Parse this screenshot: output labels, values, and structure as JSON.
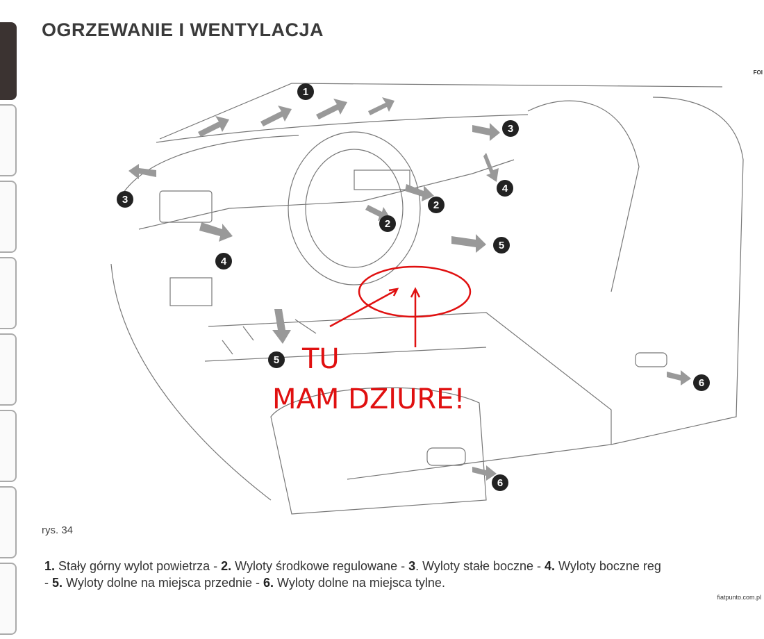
{
  "title": "OGRZEWANIE I WENTYLACJA",
  "corner_text": "FOI",
  "figure_label": "rys. 34",
  "callouts": [
    "1",
    "3",
    "3",
    "4",
    "2",
    "2",
    "4",
    "5",
    "5",
    "6",
    "6"
  ],
  "annotation": {
    "line1": "TU",
    "line2": "MAM DZIURE!"
  },
  "caption": {
    "items": [
      {
        "num": "1.",
        "text": " Stały górny wylot powietrza - "
      },
      {
        "num": "2.",
        "text": " Wyloty środkowe regulowane - "
      },
      {
        "num": "3",
        "text": ". Wyloty stałe boczne - "
      },
      {
        "num": "4.",
        "text": " Wyloty boczne reg"
      },
      {
        "num": "5.",
        "text": " Wyloty dolne na miejsca przednie - "
      },
      {
        "num": "6.",
        "text": " Wyloty dolne na miejsca tylne."
      }
    ],
    "line2_prefix": "- "
  },
  "credit": "fiatpunto.com.pl"
}
